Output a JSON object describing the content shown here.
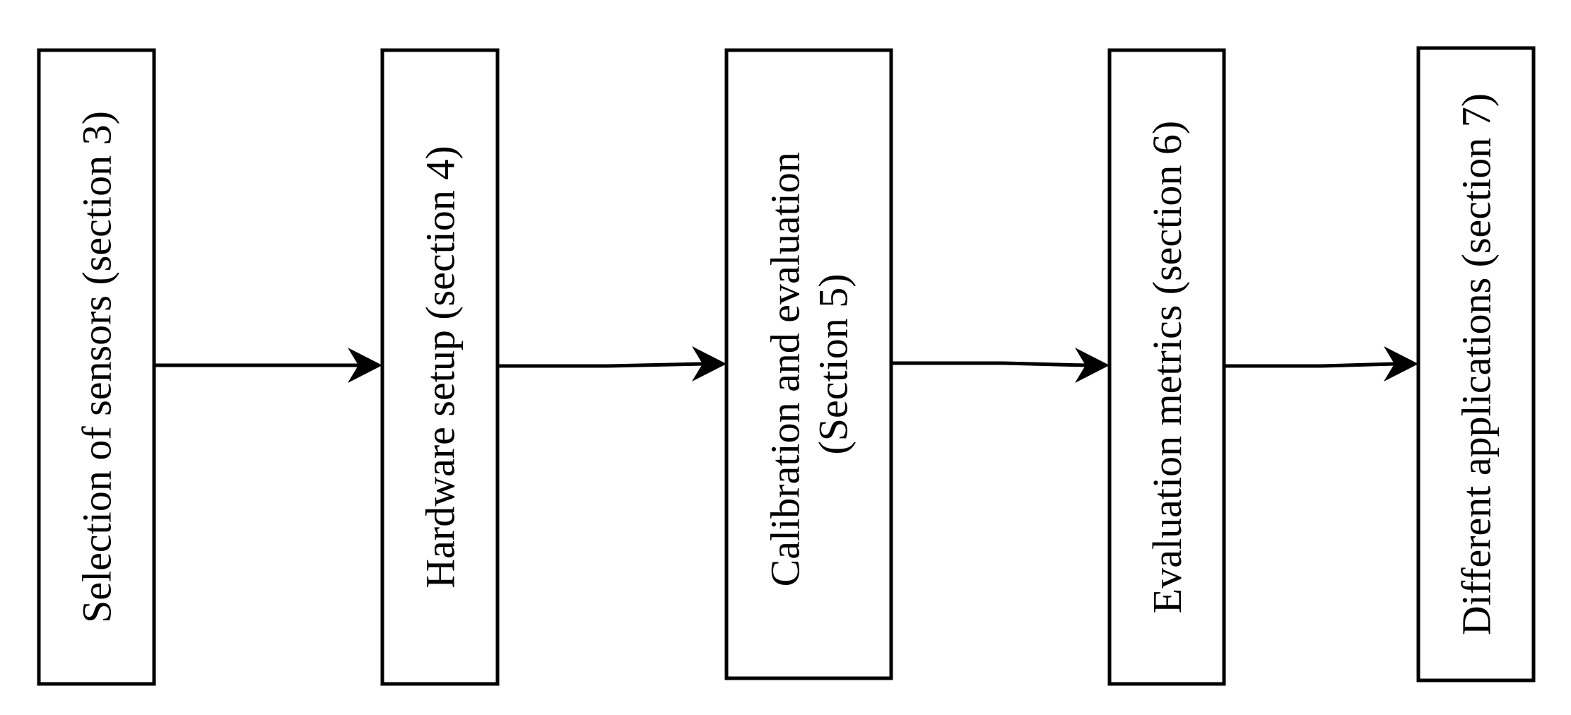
{
  "diagram": {
    "steps": [
      {
        "lines": [
          "Selection of sensors (section 3)"
        ]
      },
      {
        "lines": [
          "Hardware setup (section 4)"
        ]
      },
      {
        "lines": [
          "Calibration and evaluation",
          "(Section 5)"
        ]
      },
      {
        "lines": [
          "Evaluation metrics (section 6)"
        ]
      },
      {
        "lines": [
          "Different applications (section 7)"
        ]
      }
    ]
  },
  "colors": {
    "stroke": "#000000",
    "fill": "#ffffff"
  }
}
